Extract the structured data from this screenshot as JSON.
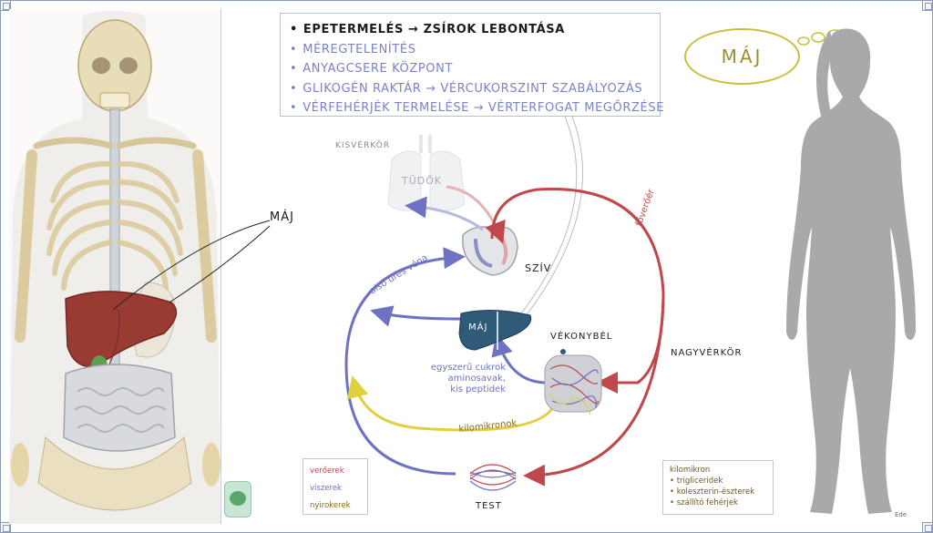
{
  "top_box": {
    "items": [
      {
        "text": "Epetermelés → zsírok lebontása",
        "style": "dark"
      },
      {
        "text": "Méregtelenítés",
        "style": "blue"
      },
      {
        "text": "Anyagcsere központ",
        "style": "blue"
      },
      {
        "text": "Glikogén raktár → vércukorszint szabályozás",
        "style": "blue"
      },
      {
        "text": "Vérfehérjék termelése → vérterfogat megőrzése",
        "style": "blue"
      }
    ]
  },
  "bubble_label": "MÁJ",
  "body_liver_label": "MÁJ",
  "diagram": {
    "kisverkor": "KISVÉRKÖR",
    "tudok": "TÜDŐK",
    "sziv": "SZÍV",
    "maj": "MÁJ",
    "vekonybel": "VÉKONYBÉL",
    "nagyverkor": "NAGYVÉRKÖR",
    "test": "TEST",
    "foverőer": "főverőér",
    "also_ures_vena": "alsó üres véna",
    "kilomikronok": "kilomikronok",
    "nutrients": [
      "egyszerű cukrok",
      "aminosavak,",
      "kis peptidek"
    ]
  },
  "legend": [
    {
      "text": "verőerek",
      "color": "#c0474b"
    },
    {
      "text": "viszerek",
      "color": "#6f72c2"
    },
    {
      "text": "nyirokerek",
      "color": "#8a6a20"
    }
  ],
  "kilomikron_box": {
    "title": "kilomikron",
    "items": [
      "trigliceridek",
      "koleszterin-észterek",
      "szállító fehérjek"
    ]
  },
  "colors": {
    "artery": "#c0474b",
    "vein": "#6f72c2",
    "lymph": "#e0d040",
    "liver": "#2f5a78",
    "bubble": "#c8be3c"
  },
  "credit": "Ede"
}
